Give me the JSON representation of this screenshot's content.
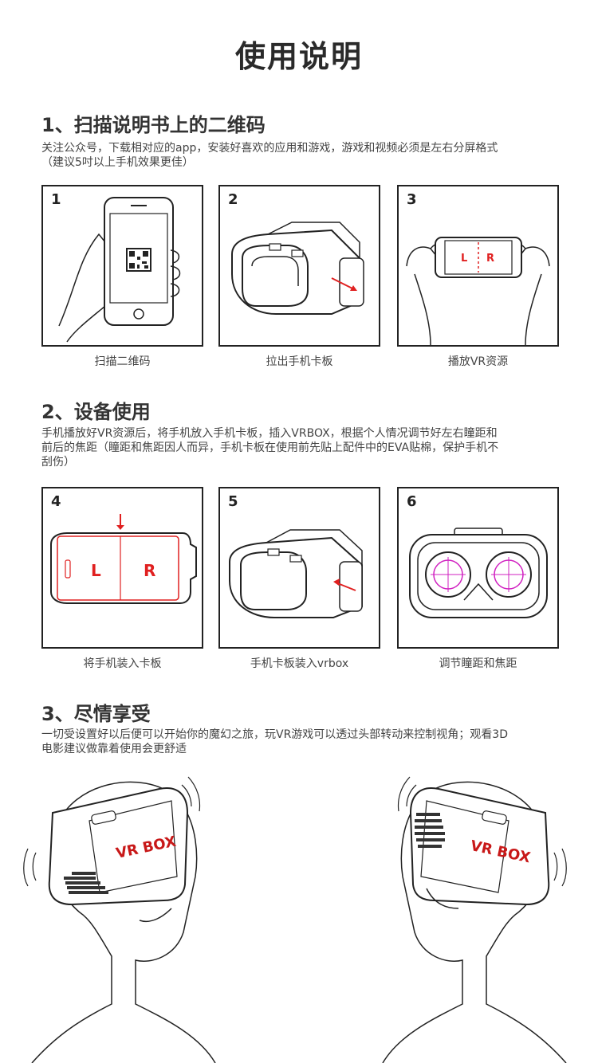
{
  "page_title": "使用说明",
  "section1": {
    "title": "1、扫描说明书上的二维码",
    "desc_line1": "关注公众号，下载相对应的app，安装好喜欢的应用和游戏，游戏和视频必须是左右分屏格式",
    "desc_line2": "（建议5吋以上手机效果更佳）",
    "panels": [
      {
        "num": "1",
        "caption": "扫描二维码"
      },
      {
        "num": "2",
        "caption": "拉出手机卡板"
      },
      {
        "num": "3",
        "caption": "播放VR资源"
      }
    ]
  },
  "section2": {
    "title": "2、设备使用",
    "desc_line1": "手机播放好VR资源后，将手机放入手机卡板，插入VRBOX，根据个人情况调节好左右瞳距和",
    "desc_line2": "前后的焦距（瞳距和焦距因人而异，手机卡板在使用前先贴上配件中的EVA贴棉，保护手机不",
    "desc_line3": "刮伤）",
    "panels": [
      {
        "num": "4",
        "caption": "将手机装入卡板"
      },
      {
        "num": "5",
        "caption": "手机卡板装入vrbox"
      },
      {
        "num": "6",
        "caption": "调节瞳距和焦距"
      }
    ]
  },
  "section3": {
    "title": "3、尽情享受",
    "desc_line1": "一切受设置好以后便可以开始你的魔幻之旅，玩VR游戏可以透过头部转动来控制视角；观看3D",
    "desc_line2": "电影建议做靠着使用会更舒适"
  },
  "screen_labels": {
    "left": "L",
    "right": "R"
  },
  "logo_text": "VR BOX",
  "colors": {
    "accent_red": "#e02020",
    "magenta": "#d020c0",
    "line": "#222222"
  }
}
